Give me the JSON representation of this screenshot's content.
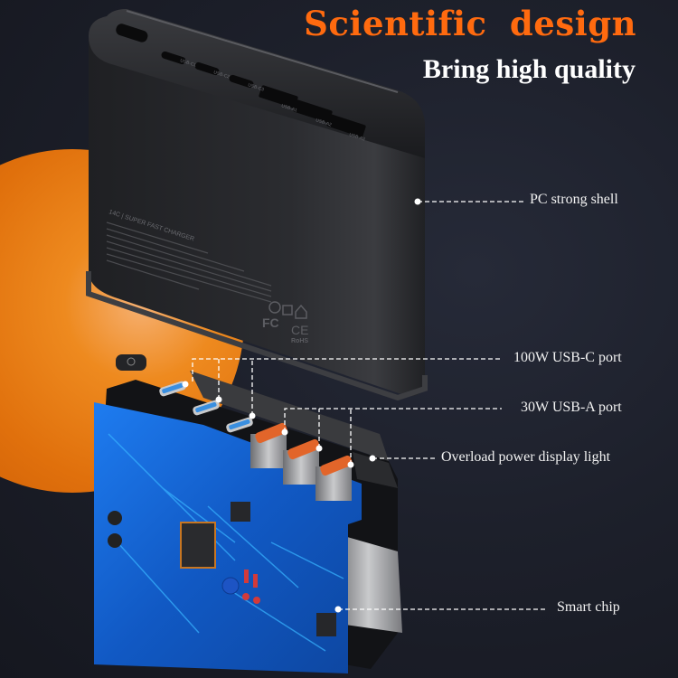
{
  "header": {
    "title": "Scientific design",
    "subtitle": "Bring high quality"
  },
  "callouts": [
    {
      "id": "shell",
      "label": "PC strong shell"
    },
    {
      "id": "usb-c",
      "label": "100W USB-C port"
    },
    {
      "id": "usb-a",
      "label": "30W USB-A port"
    },
    {
      "id": "light",
      "label": "Overload power display light"
    },
    {
      "id": "chip",
      "label": "Smart chip"
    }
  ],
  "device": {
    "brand_line": "14C | SUPER FAST CHARGER",
    "port_labels": [
      "USB-C1",
      "USB-C2",
      "USB-C3",
      "USB-A1",
      "USB-A2",
      "USB-A3"
    ],
    "certifications": [
      "FC",
      "CE",
      "RoHS"
    ]
  },
  "colors": {
    "accent": "#ff6a0f",
    "background": "#1d202b",
    "pcb": "#1565d8",
    "usb_a_tongue": "#e2652a",
    "usb_c_tongue": "#3a8fe0"
  }
}
